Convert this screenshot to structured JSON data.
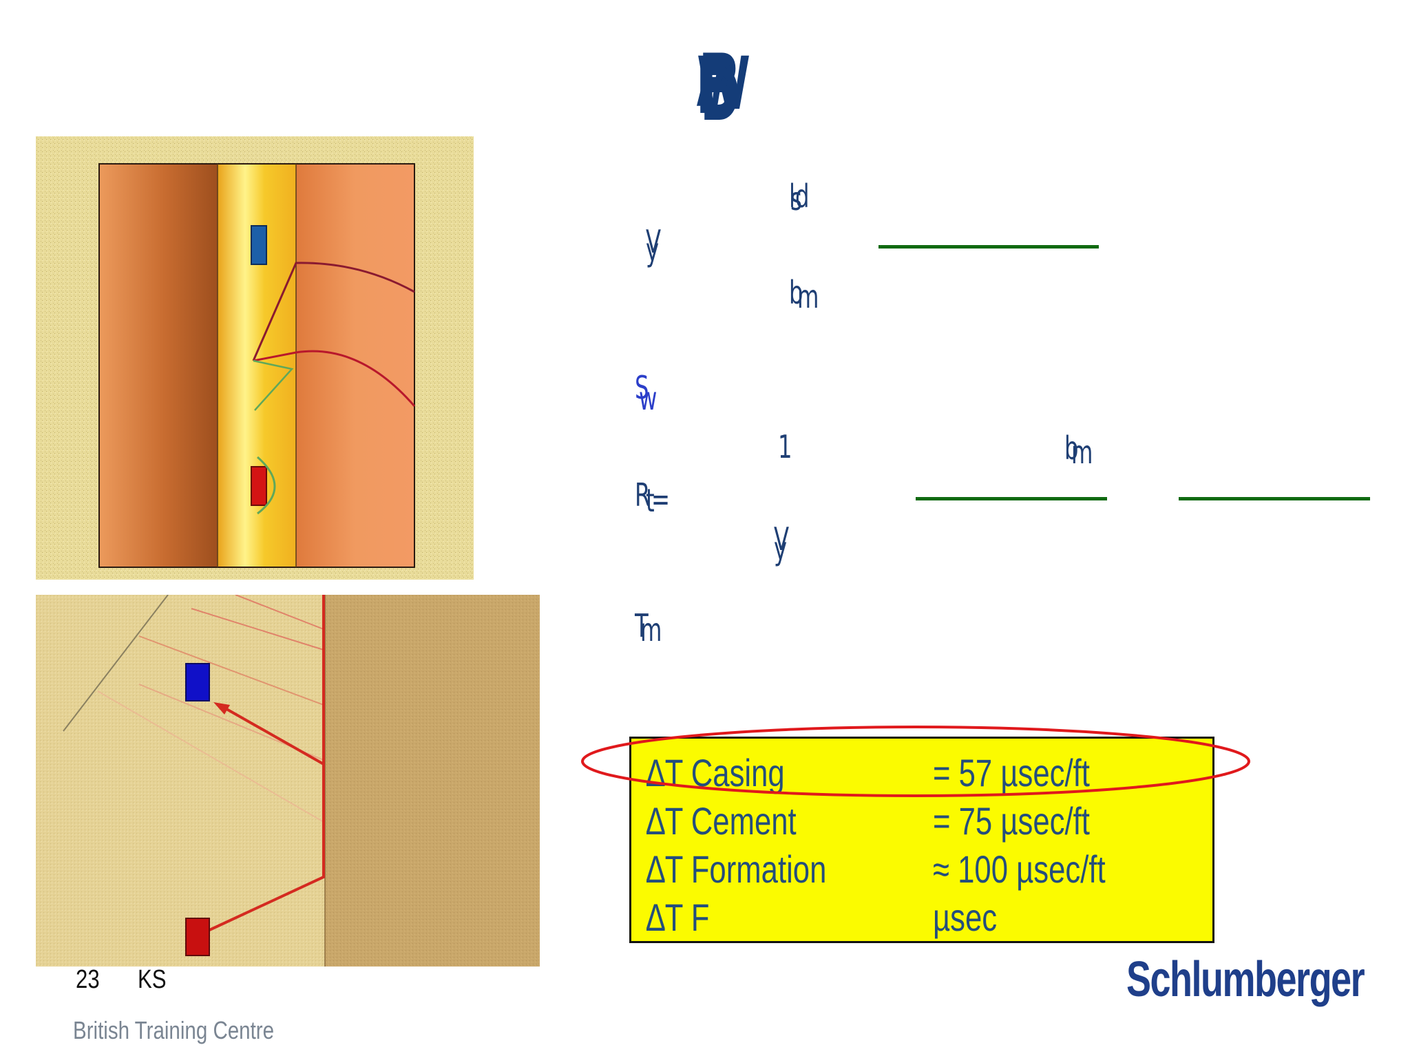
{
  "slide": {
    "title_glyphs": [
      "A",
      "R",
      "W",
      "B",
      "D"
    ],
    "fragments": {
      "f1": "ld",
      "f2": "s",
      "f3": "V",
      "f4": "y",
      "f5": "b",
      "f6": "m",
      "f7": "S",
      "f8": "w",
      "f9": "1",
      "f10": "b",
      "f11": "m",
      "f12": "R",
      "f13": "=",
      "f14": "t",
      "f15": "V",
      "f16": "y",
      "f17": "T",
      "f18": "m"
    }
  },
  "delta_table": {
    "rows": [
      {
        "label": "∆T Casing",
        "value": "= 57   µsec/ft"
      },
      {
        "label": "∆T Cement",
        "value": "= 75   µsec/ft"
      },
      {
        "label": "∆T Formation",
        "value": "≈ 100 µsec/ft"
      },
      {
        "label": "∆T F",
        "value": "µsec"
      }
    ]
  },
  "footer": {
    "page_number": "23",
    "initials": "KS",
    "org": "British Training Centre",
    "logo": "Schlumberger"
  },
  "colors": {
    "title": "#143c78",
    "text": "#1f3f74",
    "highlight_box": "#fbfb00",
    "underline": "#0f6a10",
    "ellipse": "#e0191c"
  }
}
